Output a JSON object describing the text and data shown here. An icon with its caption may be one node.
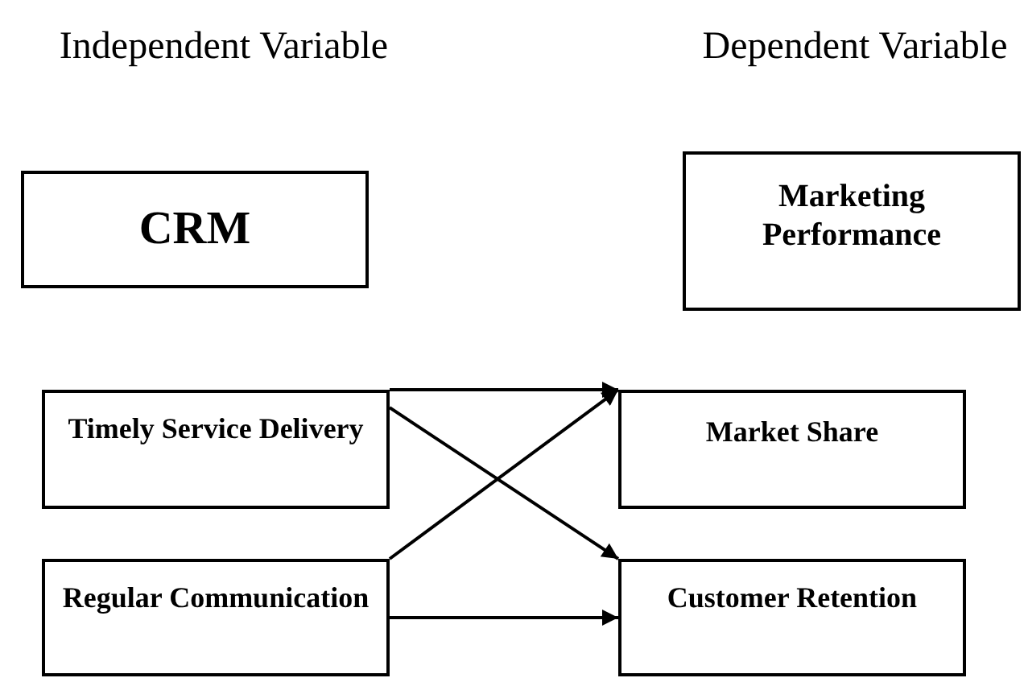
{
  "diagram": {
    "nodes": [
      {
        "text": [
          "CRM"
        ]
      },
      {
        "text": [
          "Marketing Performance"
        ]
      },
      {
        "text": [
          "Timely Service Delivery"
        ]
      },
      {
        "text": [
          "Market Share"
        ]
      },
      {
        "text": [
          "Regular Communication"
        ]
      },
      {
        "text": [
          "Customer Retention"
        ]
      }
    ],
    "edges": [
      {
        "from": 2,
        "to": 3,
        "arrow": "to"
      },
      {
        "from": 2,
        "to": 5,
        "arrow": "to"
      },
      {
        "from": 4,
        "to": 3,
        "arrow": "to"
      },
      {
        "from": 4,
        "to": 5,
        "arrow": "to"
      }
    ],
    "labels": [
      "Independent Variable",
      "Dependent Variable"
    ]
  }
}
